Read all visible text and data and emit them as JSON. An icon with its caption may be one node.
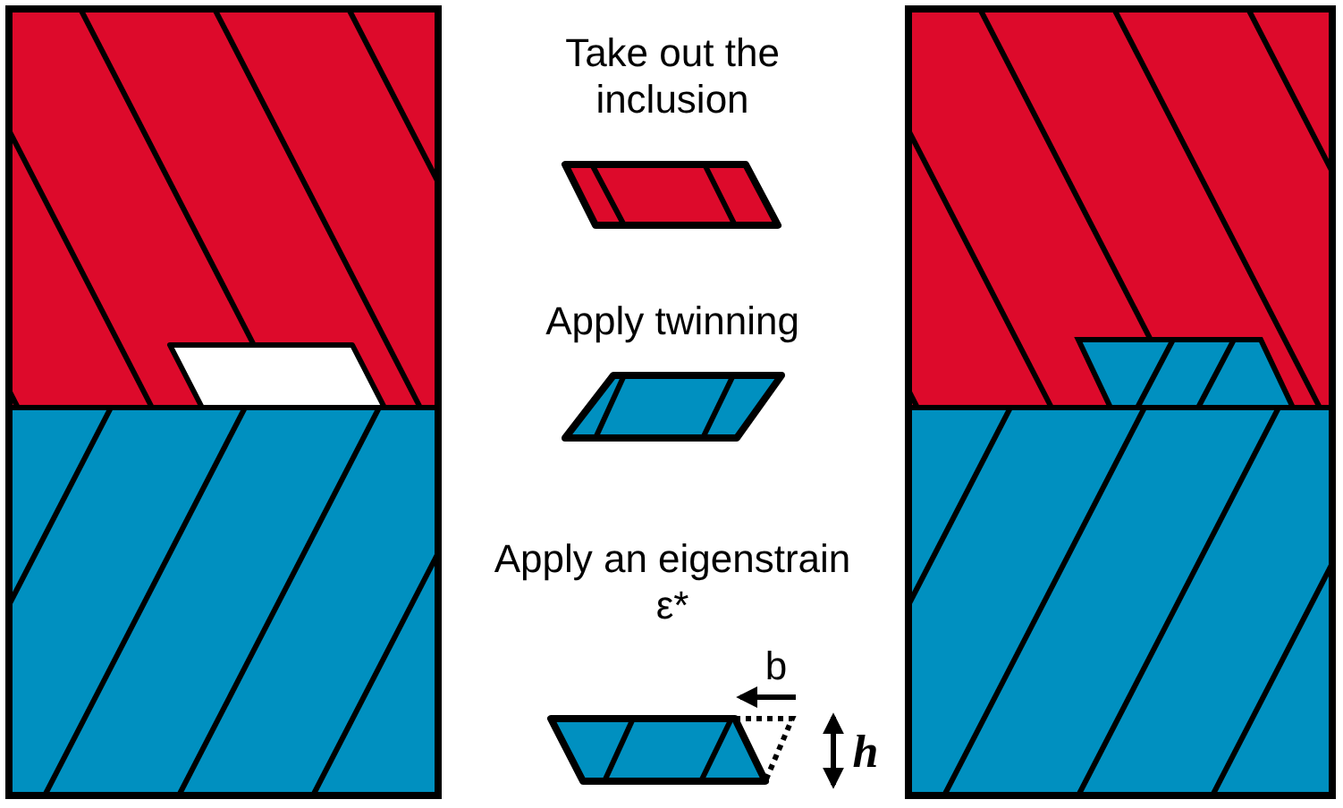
{
  "diagram": {
    "labels": [
      "Take out the inclusion",
      "Apply twinning",
      "Apply an eigenstrain ε*",
      "b",
      "h"
    ]
  }
}
